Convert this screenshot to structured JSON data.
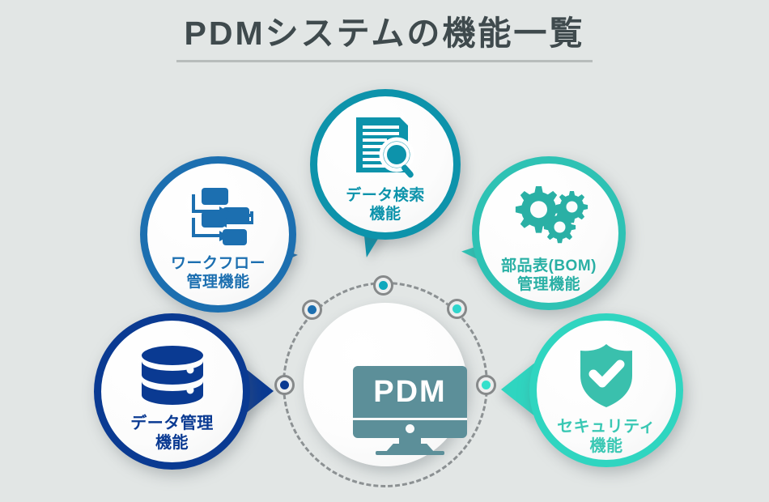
{
  "page": {
    "title": "PDMシステムの機能一覧",
    "background_color": "#e2e6e5",
    "title_color": "#3f4a4d"
  },
  "center": {
    "label": "PDM",
    "icon": "monitor-icon",
    "icon_color": "#5c8f99",
    "ring_style": "dashed",
    "ring_color": "#8c9193"
  },
  "nodes": [
    {
      "name": "node-top",
      "color": "#0fa8bd"
    },
    {
      "name": "node-upperleft",
      "color": "#1c6fb0"
    },
    {
      "name": "node-left",
      "color": "#0a3a92"
    },
    {
      "name": "node-upperright",
      "color": "#2fd5cc"
    },
    {
      "name": "node-right",
      "color": "#33e0cb"
    }
  ],
  "features": [
    {
      "id": "workflow",
      "label": "ワークフロー\n管理機能",
      "icon": "workflow-diagram-icon",
      "color": "#1c6fb0"
    },
    {
      "id": "search",
      "label": "データ検索\n機能",
      "icon": "document-search-icon",
      "color": "#0d93ab"
    },
    {
      "id": "bom",
      "label": "部品表(BOM)\n管理機能",
      "icon": "gears-icon",
      "color": "#2ec2b4"
    },
    {
      "id": "data",
      "label": "データ管理\n機能",
      "icon": "database-icon",
      "color": "#0a3a92"
    },
    {
      "id": "security",
      "label": "セキュリティ\n機能",
      "icon": "shield-check-icon",
      "color": "#2fd5c0"
    }
  ]
}
